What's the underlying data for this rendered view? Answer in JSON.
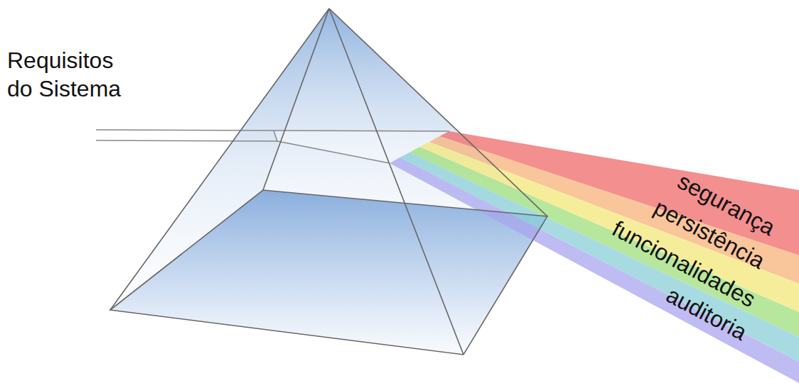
{
  "diagram": {
    "labels": [
      "Requisitos do Sistema",
      "segurança",
      "persistência",
      "funcionalidades",
      "auditoria"
    ]
  }
}
